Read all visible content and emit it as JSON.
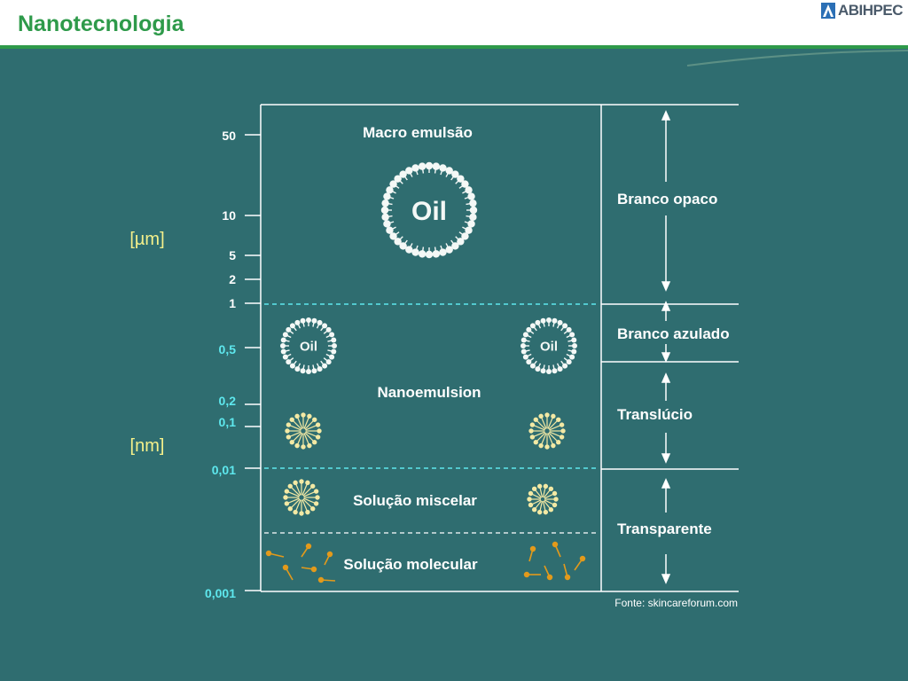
{
  "header": {
    "title": "Nanotecnologia",
    "logo_text": "ABIHPEC"
  },
  "axis": {
    "unit_micro": "[µm]",
    "unit_nano": "[nm]",
    "ticks": [
      "50",
      "10",
      "5",
      "2",
      "1",
      "0,5",
      "0,2",
      "0,1",
      "0,01",
      "0,001"
    ]
  },
  "regions": {
    "macro": "Macro emulsão",
    "nano": "Nanoemulsion",
    "micelar": "Solução miscelar",
    "molecular": "Solução molecular"
  },
  "droplet_label": "Oil",
  "appearance": {
    "opaque": "Branco opaco",
    "bluish": "Branco azulado",
    "translucent": "Translúcio",
    "transparent": "Transparente"
  },
  "source": "Fonte: skincareforum.com",
  "colors": {
    "brand_green": "#2e9a4a",
    "panel_bg": "#2f6d70",
    "cyan_ticks": "#5ee8ee",
    "unit_yellow": "#f4f08a",
    "micelle_yellow": "#f3e9a4",
    "molecule_orange": "#e39a1b"
  }
}
